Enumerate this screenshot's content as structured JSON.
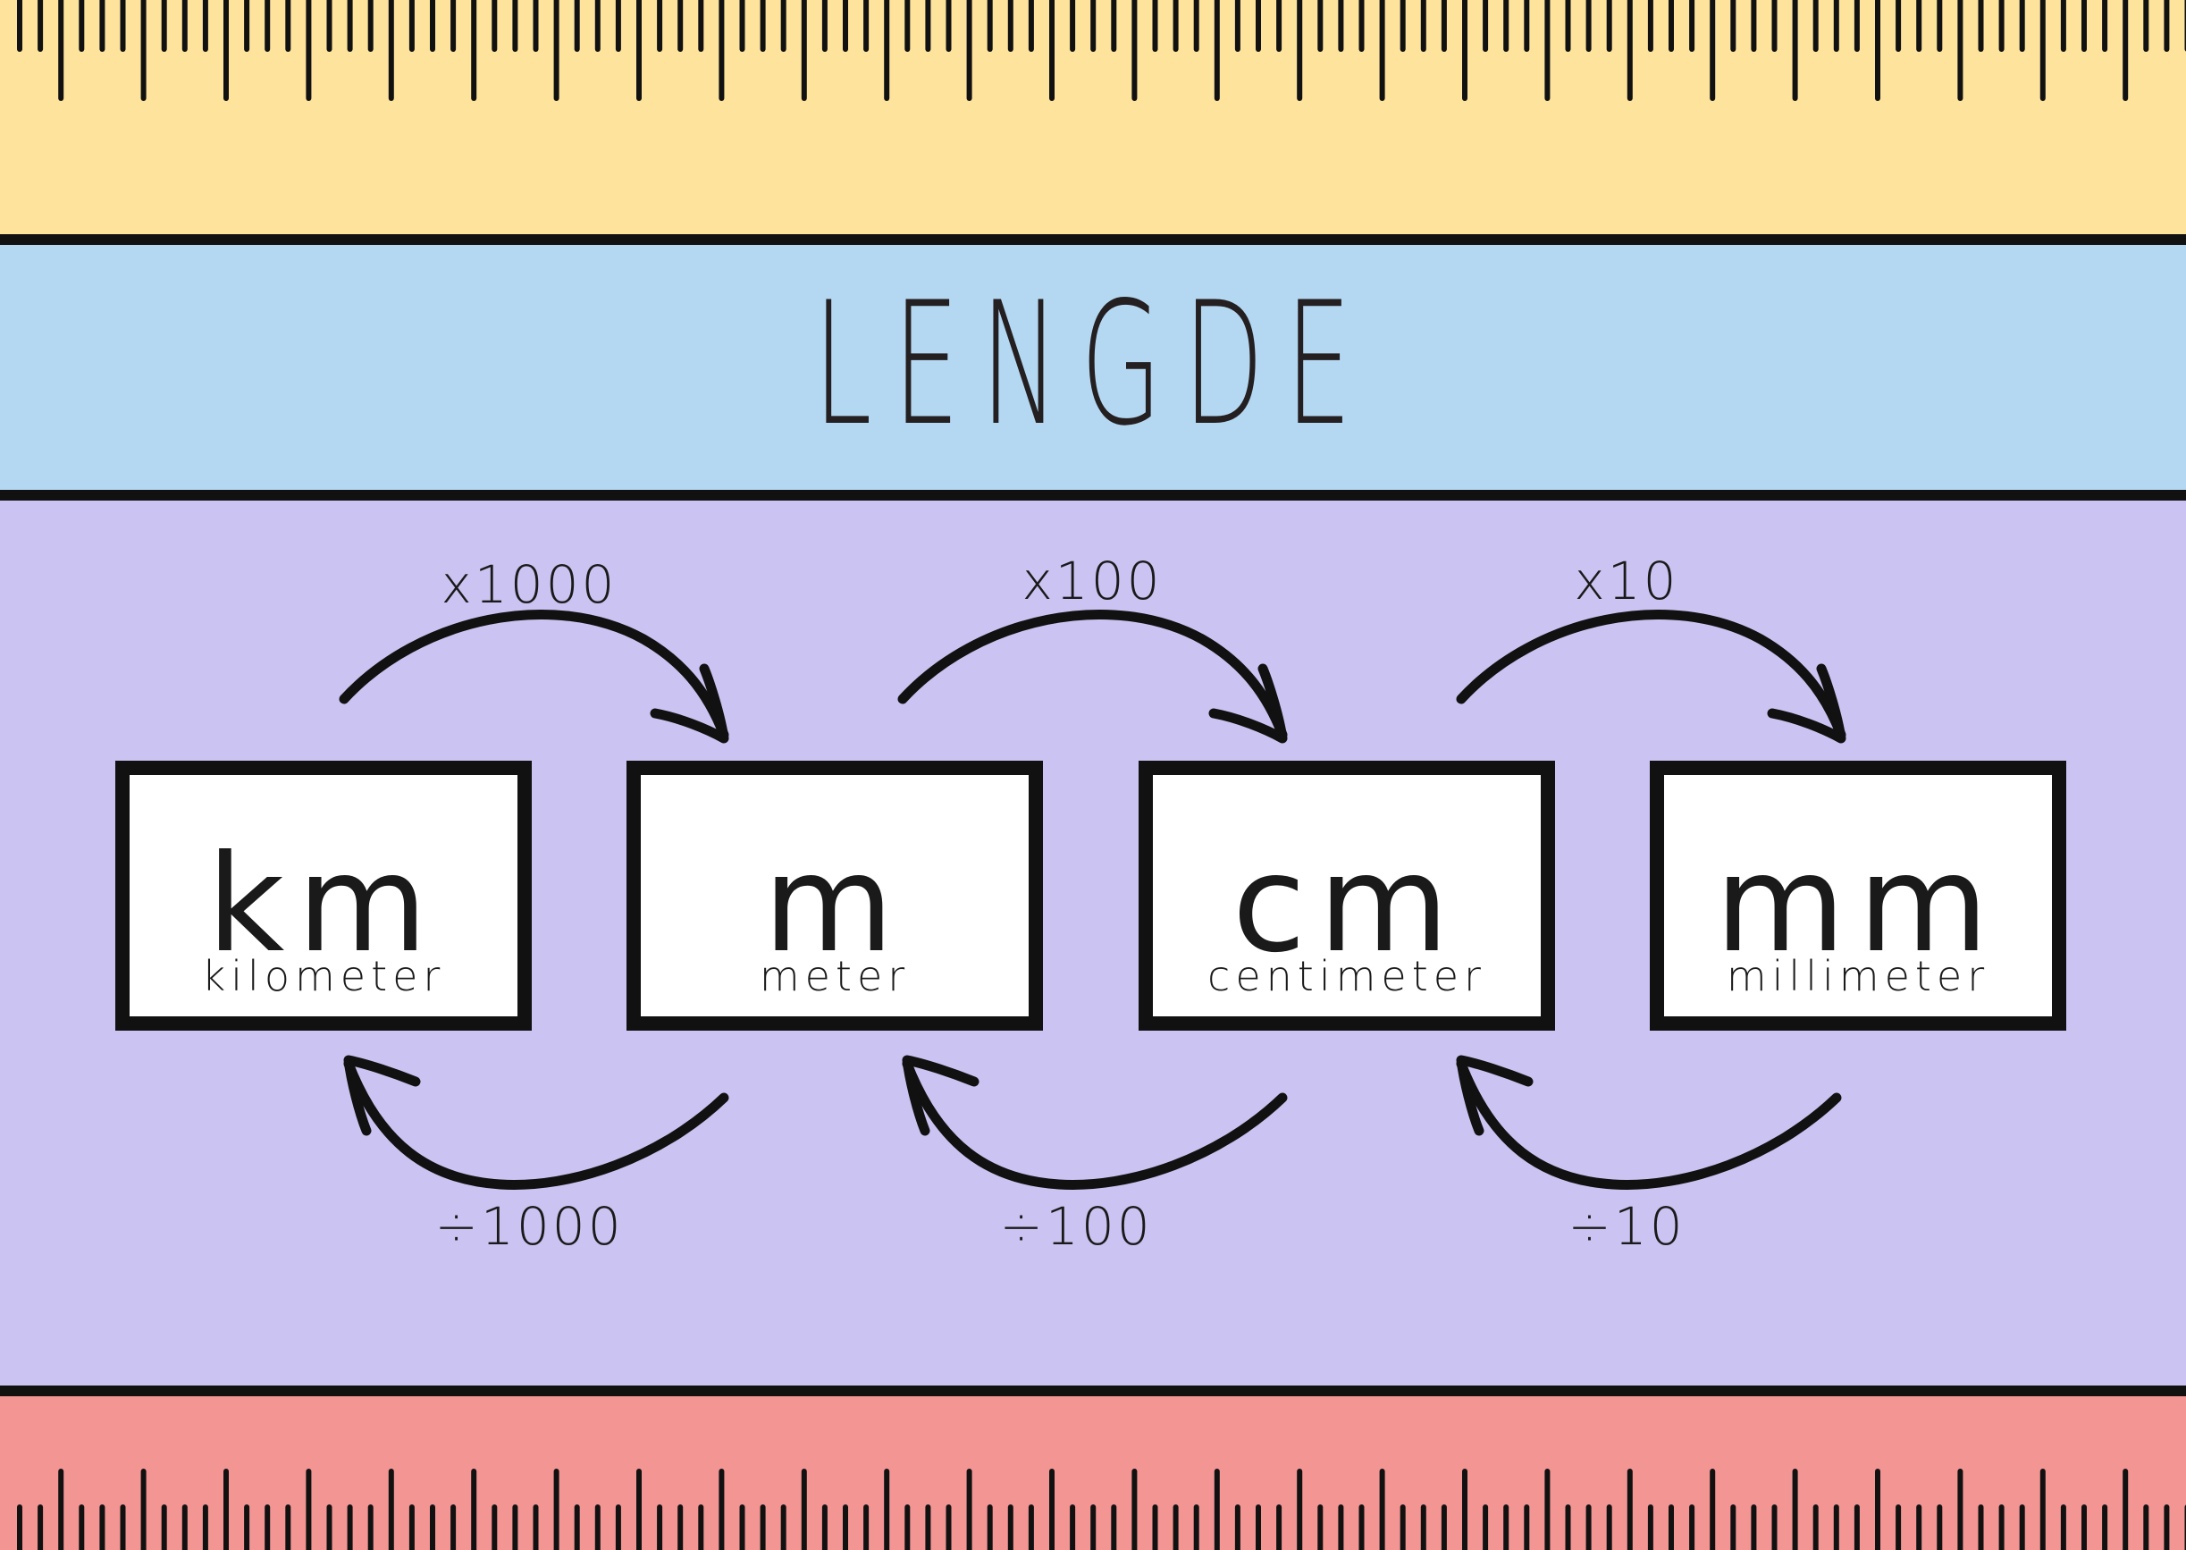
{
  "title": "LENGDE",
  "units": [
    {
      "symbol": "km",
      "name": "kilometer"
    },
    {
      "symbol": "m",
      "name": "meter"
    },
    {
      "symbol": "cm",
      "name": "centimeter"
    },
    {
      "symbol": "mm",
      "name": "millimeter"
    }
  ],
  "multiply_labels": [
    "x1000",
    "x100",
    "x10"
  ],
  "divide_labels": [
    "÷1000",
    "÷100",
    "÷10"
  ],
  "colors": {
    "ruler_top": "#fde39c",
    "title_band": "#b4d7f2",
    "main_band": "#cbc3f1",
    "ruler_bottom": "#f29593",
    "ink": "#111111"
  }
}
